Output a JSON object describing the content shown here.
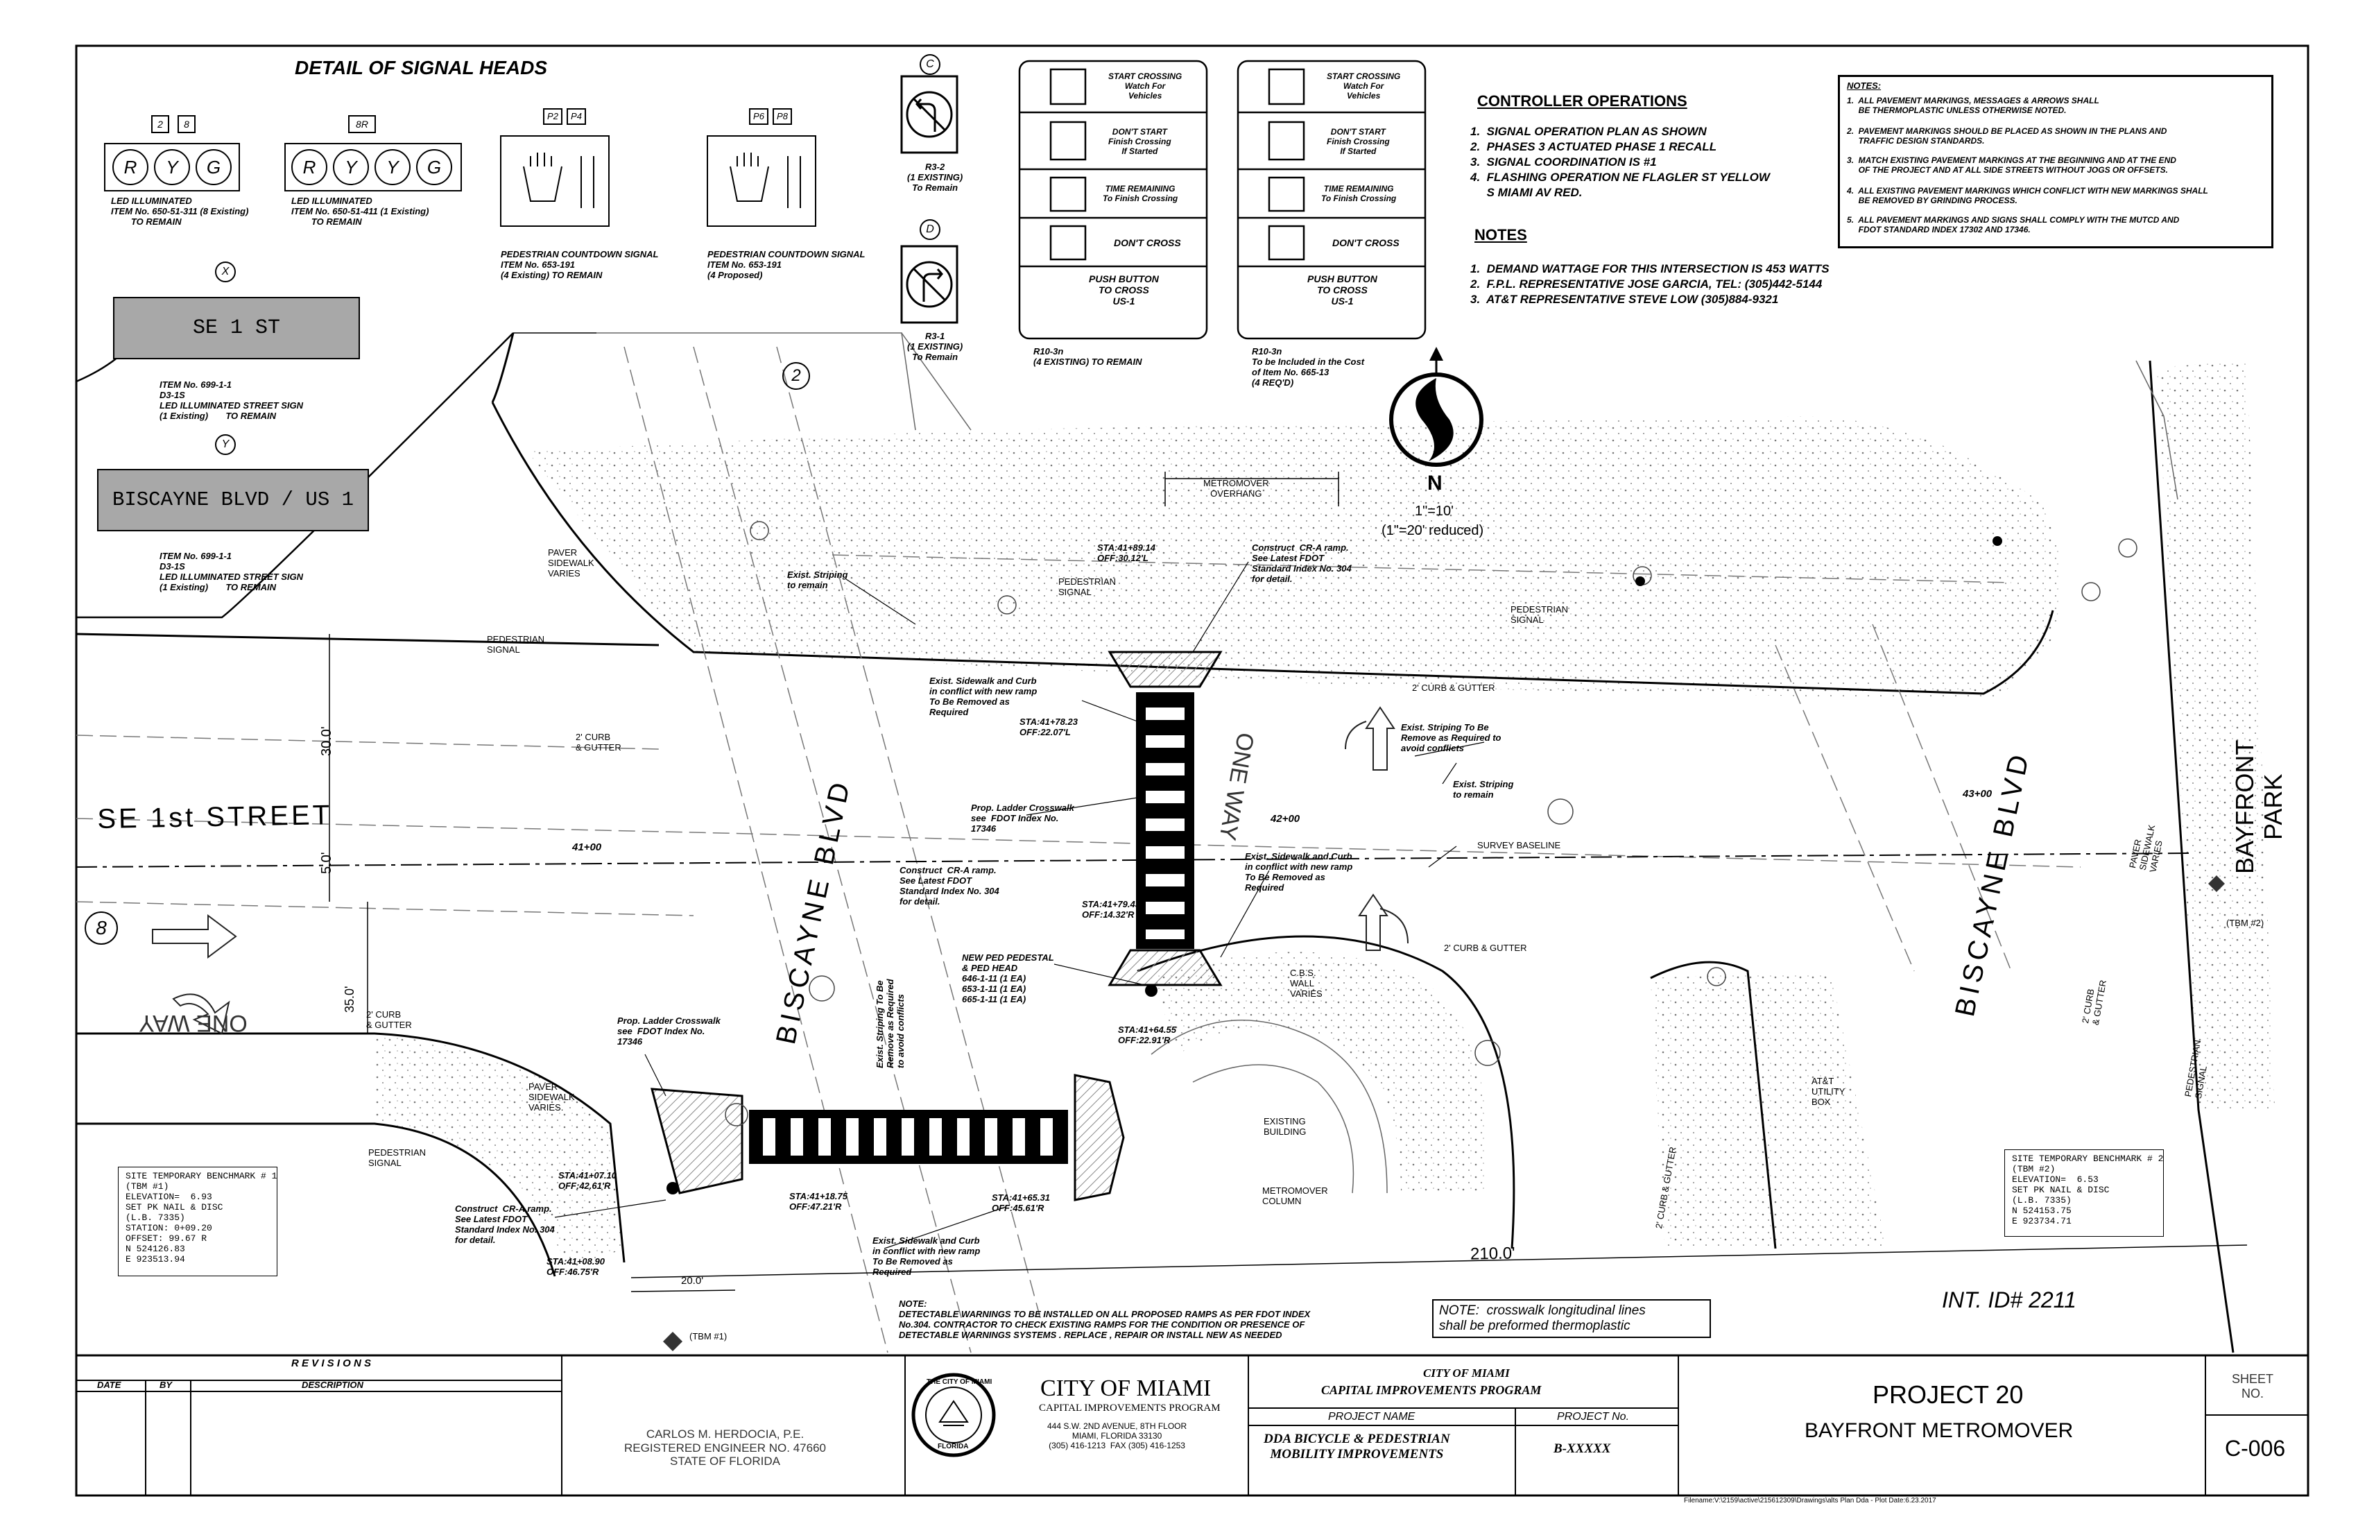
{
  "sheet": {
    "detail_title": "DETAIL OF SIGNAL HEADS",
    "heads": {
      "h1": {
        "tags": [
          "2",
          "8"
        ],
        "lenses": [
          "R",
          "Y",
          "G"
        ],
        "note": "LED ILLUMINATED\nITEM No. 650-51-311 (8 Existing)\n        TO REMAIN"
      },
      "h2": {
        "tags": [
          "8R"
        ],
        "lenses": [
          "R",
          "Y",
          "Y",
          "G"
        ],
        "note": "LED ILLUMINATED\nITEM No. 650-51-411 (1 Existing)\n        TO REMAIN"
      },
      "h3": {
        "tags": [
          "P2",
          "P4"
        ],
        "note": "PEDESTRIAN COUNTDOWN SIGNAL\nITEM No. 653-191\n(4 Existing) TO REMAIN"
      },
      "h4": {
        "tags": [
          "P6",
          "P8"
        ],
        "note": "PEDESTRIAN COUNTDOWN SIGNAL\nITEM No. 653-191\n(4 Proposed)"
      }
    },
    "sign_x": {
      "tag": "X",
      "label": "SE 1 ST",
      "note": "ITEM No. 699-1-1\nD3-1S\nLED ILLUMINATED STREET SIGN\n(1 Existing)       TO REMAIN"
    },
    "sign_y": {
      "tag": "Y",
      "label": "BISCAYNE BLVD / US 1",
      "note": "ITEM No. 699-1-1\nD3-1S\nLED ILLUMINATED STREET SIGN\n(1 Existing)       TO REMAIN"
    },
    "r3_c": {
      "tag": "C",
      "label": "R3-2\n(1 EXISTING)\nTo Remain"
    },
    "r3_d": {
      "tag": "D",
      "label": "R3-1\n(1 EXISTING)\nTo Remain"
    },
    "r10_a": {
      "rows": [
        "START CROSSING\nWatch For\nVehicles",
        "DON'T START\nFinish Crossing\nIf Started",
        "TIME REMAINING\nTo Finish Crossing",
        "DON'T CROSS",
        "PUSH BUTTON\nTO CROSS\nUS-1"
      ],
      "note": "R10-3n\n(4 EXISTING) TO REMAIN"
    },
    "r10_b": {
      "rows": [
        "START CROSSING\nWatch For\nVehicles",
        "DON'T START\nFinish Crossing\nIf Started",
        "TIME REMAINING\nTo Finish Crossing",
        "DON'T CROSS",
        "PUSH BUTTON\nTO CROSS\nUS-1"
      ],
      "note": "R10-3n\nTo be Included in the Cost\nof Item No. 665-13\n(4 REQ'D)"
    },
    "controller": {
      "title": "CONTROLLER OPERATIONS",
      "items": [
        "1.  SIGNAL OPERATION PLAN AS SHOWN",
        "2.  PHASES 3 ACTUATED PHASE 1 RECALL",
        "3.  SIGNAL COORDINATION IS #1",
        "4.  FLASHING OPERATION NE FLAGLER ST YELLOW",
        "     S MIAMI AV RED."
      ]
    },
    "notes": {
      "title": "NOTES",
      "items": [
        "1.  DEMAND WATTAGE FOR THIS INTERSECTION IS 453 WATTS",
        "2.  F.P.L. REPRESENTATIVE JOSE GARCIA, TEL: (305)442-5144",
        "3.  AT&T REPRESENTATIVE STEVE LOW (305)884-9321"
      ]
    },
    "general_notes": {
      "title": "NOTES:",
      "items": [
        "1.  ALL PAVEMENT MARKINGS, MESSAGES & ARROWS SHALL\n     BE THERMOPLASTIC UNLESS OTHERWISE NOTED.",
        "2.  PAVEMENT MARKINGS SHOULD BE PLACED AS SHOWN IN THE PLANS AND\n     TRAFFIC DESIGN STANDARDS.",
        "3.  MATCH EXISTING PAVEMENT MARKINGS AT THE BEGINNING AND AT THE END\n     OF THE PROJECT AND AT ALL SIDE STREETS WITHOUT JOGS OR OFFSETS.",
        "4.  ALL EXISTING PAVEMENT MARKINGS WHICH CONFLICT WITH NEW MARKINGS SHALL\n     BE REMOVED BY GRINDING PROCESS.",
        "5.  ALL PAVEMENT MARKINGS AND SIGNS SHALL COMPLY WITH THE MUTCD AND\n     FDOT STANDARD INDEX 17302 AND 17346."
      ]
    },
    "north": {
      "letter": "N",
      "scale1": "1\"=10'",
      "scale2": "(1\"=20' reduced)"
    },
    "plan": {
      "se1st": "SE 1st STREET",
      "biscayne_left": "BISCAYNE BLVD",
      "biscayne_right": "BISCAYNE BLVD",
      "bayfront": "BAYFRONT\nPARK",
      "oneway_left": "ONE WAY",
      "oneway_center": "ONE WAY",
      "dim_30": "30.0'",
      "dim_5": "5.0'",
      "dim_35": "35.0'",
      "dim_210": "210.0'",
      "dim_20": "20.0'",
      "sta_4100": "41+00",
      "sta_4200": "42+00",
      "sta_4300": "43+00",
      "circle_2": "2",
      "circle_8": "8",
      "survey_baseline": "SURVEY BASELINE",
      "metromover_overhang": "METROMOVER\nOVERHANG",
      "int_id": "INT. ID# 2211",
      "callouts": [
        "Exist. Striping\nto remain",
        "PAVER\nSIDEWALK\nVARIES",
        "PEDESTRIAN\nSIGNAL",
        "2' CURB\n& GUTTER",
        "PEDESTRIAN\nSIGNAL",
        "STA:41+89.14\nOFF:30.12'L",
        "Construct  CR-A ramp.\nSee Latest FDOT\nStandard Index No. 304\nfor detail.",
        "PEDESTRIAN\nSIGNAL",
        "2' CURB & GUTTER",
        "Exist. Sidewalk and Curb\nin conflict with new ramp\nTo Be Removed as\nRequired",
        "STA:41+78.23\nOFF:22.07'L",
        "Exist. Striping To Be\nRemove as Required to\navoid conflicts",
        "Exist. Striping\nto remain",
        "Prop. Ladder Crosswalk\nsee  FDOT Index No.\n17346",
        "Construct  CR-A ramp.\nSee Latest FDOT\nStandard Index No. 304\nfor detail.",
        "Exist. Sidewalk and Curb\nin conflict with new ramp\nTo Be Removed as\nRequired",
        "STA:41+79.43\nOFF:14.32'R",
        "NEW PED PEDESTAL\n& PED HEAD\n646-1-11 (1 EA)\n653-1-11 (1 EA)\n665-1-11 (1 EA)",
        "Exist. Striping To Be\nRemove as Required\nto avoid conflicts",
        "Prop. Ladder Crosswalk\nsee  FDOT Index No.\n17346",
        "STA:41+64.55\nOFF:22.91'R",
        "2' CURB & GUTTER",
        "C.B.S.\nWALL\nVARIES",
        "EXISTING\nBUILDING",
        "METROMOVER\nCOLUMN",
        "PAVER\nSIDEWALK\nVARIES.",
        "PEDESTRIAN\nSIGNAL",
        "2' CURB\n& GUTTER",
        "STA:41+07.10\nOFF:42.61'R",
        "STA:41+18.75\nOFF:47.21'R",
        "STA:41+65.31\nOFF:45.61'R",
        "Construct  CR-A ramp.\nSee Latest FDOT\nStandard Index No. 304\nfor detail.",
        "STA:41+08.90\nOFF:46.75'R",
        "Exist. Sidewalk and Curb\nin conflict with new ramp\nTo Be Removed as\nRequired",
        "AT&T\nUTILITY\nBOX",
        "2' CURB & GUTTER",
        "PAVER\nSIDEWALK\nVARIES",
        "2' CURB\n& GUTTER",
        "PEDESTRIAN\nSIGNAL",
        "(TBM #2)",
        "(TBM #1)"
      ],
      "bench1": "SITE TEMPORARY BENCHMARK # 1\n(TBM #1)\nELEVATION=  6.93\nSET PK NAIL & DISC\n(L.B. 7335)\nSTATION: 0+09.20\nOFFSET: 99.67 R\nN 524126.83\nE 923513.94",
      "bench2": "SITE TEMPORARY BENCHMARK # 2\n(TBM #2)\nELEVATION=  6.53\nSET PK NAIL & DISC\n(L.B. 7335)\nN 524153.75\nE 923734.71",
      "detect_note": "NOTE:\nDETECTABLE WARNINGS TO BE INSTALLED ON ALL PROPOSED RAMPS AS PER FDOT INDEX\nNo.304. CONTRACTOR TO CHECK EXISTING RAMPS FOR THE CONDITION OR PRESENCE OF\nDETECTABLE WARNINGS SYSTEMS . REPLACE , REPAIR OR INSTALL NEW AS NEEDED",
      "thermo_note": "NOTE:  crosswalk longitudinal lines\nshall be preformed thermoplastic"
    },
    "title_block": {
      "revisions": "R E V I S I O N S",
      "date": "DATE",
      "by": "BY",
      "description": "DESCRIPTION",
      "engineer": "CARLOS M. HERDOCIA, P.E.\nREGISTERED ENGINEER NO. 47660\nSTATE OF FLORIDA",
      "city": "CITY OF MIAMI",
      "cip": "CAPITAL IMPROVEMENTS PROGRAM",
      "address": "444 S.W. 2ND AVENUE, 8TH FLOOR\nMIAMI, FLORIDA 33130\n(305) 416-1213  FAX (305) 416-1253",
      "seal_text": "THE CITY OF MIAMI",
      "seal_bottom": "FLORIDA",
      "prog_city": "CITY OF MIAMI",
      "prog_name": "CAPITAL IMPROVEMENTS PROGRAM",
      "project_name_hdr": "PROJECT NAME",
      "project_no_hdr": "PROJECT No.",
      "project_name": "DDA BICYCLE & PEDESTRIAN\nMOBILITY IMPROVEMENTS",
      "project_no": "B-XXXXX",
      "project_title": "PROJECT 20",
      "project_sub": "BAYFRONT METROMOVER",
      "sheet_hdr": "SHEET\nNO.",
      "sheet_no": "C-006",
      "filename": "Filename:V:\\2159\\active\\215612309\\Drawings\\alts Plan Dda - Plot Date:6.23.2017"
    }
  }
}
